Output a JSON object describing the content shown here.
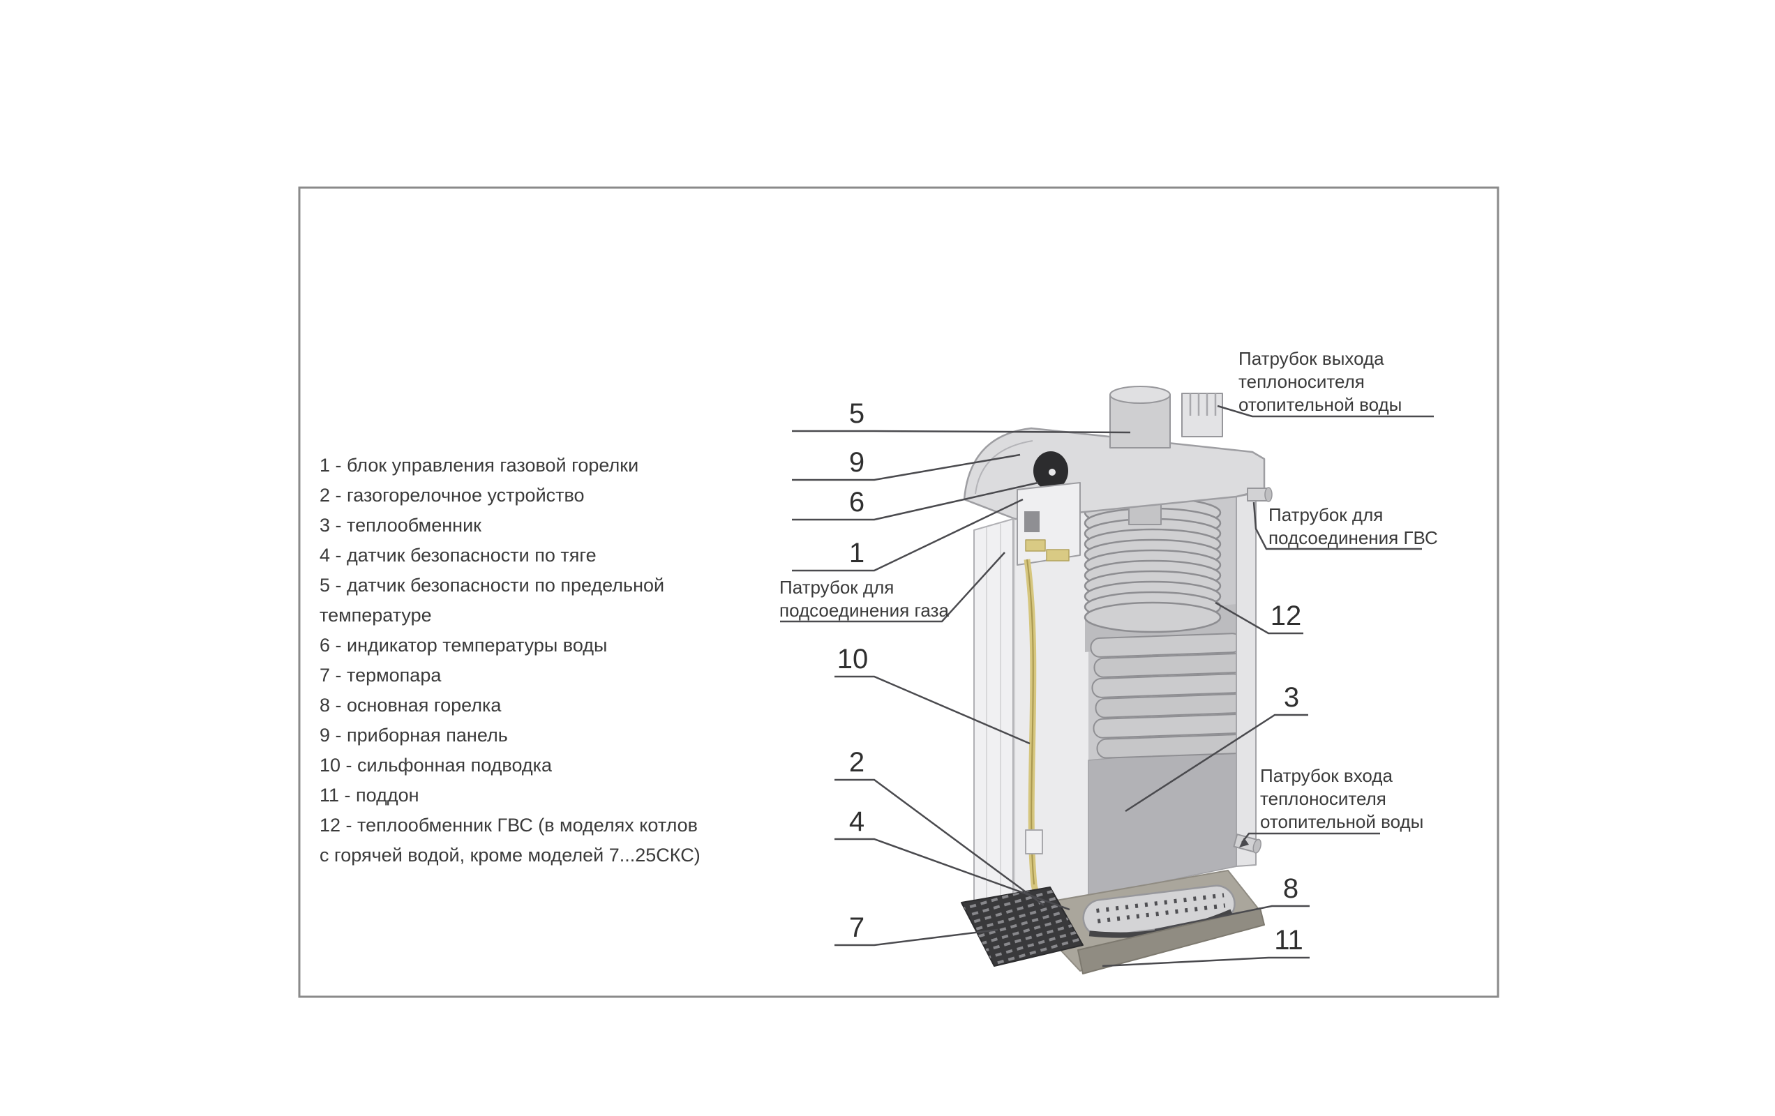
{
  "legend": {
    "items": [
      "1 - блок управления газовой горелки",
      "2 - газогорелочное устройство",
      "3 - теплообменник",
      "4 - датчик безопасности по тяге",
      "5 - датчик безопасности по предельной температуре",
      "6 - индикатор температуры воды",
      "7 - термопара",
      "8 - основная горелка",
      "9 - приборная панель",
      "10 - сильфонная подводка",
      "11 - поддон",
      "12 - теплообменник ГВС (в моделях котлов с горячей водой, кроме моделей 7...25СКС)"
    ]
  },
  "callouts": {
    "n1": "1",
    "n2": "2",
    "n3": "3",
    "n4": "4",
    "n5": "5",
    "n6": "6",
    "n7": "7",
    "n8": "8",
    "n9": "9",
    "n10": "10",
    "n11": "11",
    "n12": "12"
  },
  "ports": {
    "outlet": "Патрубок выхода теплоносителя отопительной воды",
    "dhw": "Патрубок для подсоединения ГВС",
    "gas": "Патрубок для подсоединения газа",
    "inlet": "Патрубок входа теплоносителя отопительной воды"
  },
  "colors": {
    "frame_border": "#8a8a8a",
    "leader_line": "#4a4a4e",
    "text": "#3a3a3a",
    "panel_light": "#dcdcde",
    "panel_mid": "#c9c9cc",
    "burner_dark": "#39393b",
    "gas_hose_yellow": "#d6c67e"
  }
}
